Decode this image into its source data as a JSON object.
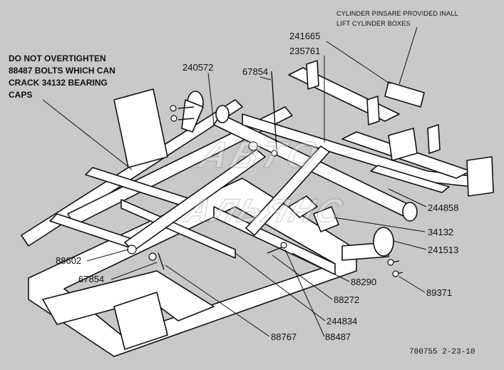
{
  "notes": {
    "top_right": [
      "CYLINDER PINSARE PROVIDED INALL",
      "LIFT CYLINDER BOXES"
    ],
    "left": [
      "DO NOT OVERTIGHTEN",
      "88487 BOLTS WHICH CAN",
      "CRACK 34132 BEARING",
      "CAPS"
    ]
  },
  "part_labels": {
    "p241665": "241665",
    "p235761": "235761",
    "p240572": "240572",
    "p67854_top": "67854",
    "p244858": "244858",
    "p34132": "34132",
    "p241513": "241513",
    "p88602": "88602",
    "p67854_left": "67854",
    "p88290": "88290",
    "p89371": "89371",
    "p88272": "88272",
    "p244834": "244834",
    "p88767": "88767",
    "p88487": "88487"
  },
  "watermark": {
    "line1": "АВТО",
    "line2": "АЛЬЯНС"
  },
  "doc_id": "700755  2-23-10"
}
